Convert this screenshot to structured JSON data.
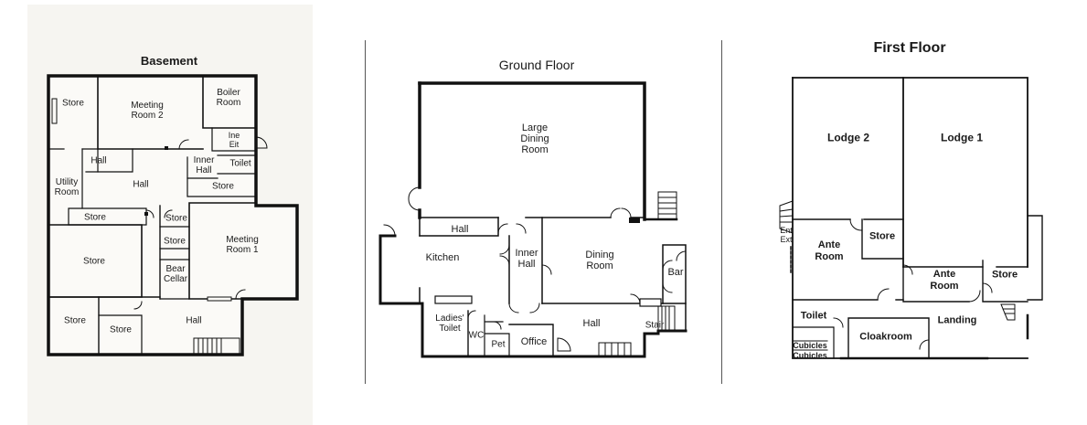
{
  "basement": {
    "title": "Basement",
    "rooms": {
      "store_top_left": "Store",
      "meeting_room_2": "Meeting\nRoom 2",
      "boiler_room": "Boiler\nRoom",
      "ine_eit": "Ine\nEit",
      "hall_small": "Hall",
      "inner_hall": "Inner\nHall",
      "toilet": "Toilet",
      "utility_room": "Utility\nRoom",
      "hall_center": "Hall",
      "store_mid": "Store",
      "store_row": "Store",
      "store_col_1": "Store",
      "store_col_2": "Store",
      "meeting_room_1": "Meeting\nRoom 1",
      "store_large": "Store",
      "beer_cellar": "Bear\nCellar",
      "store_bottom_left": "Store",
      "store_bottom_mid": "Store",
      "hall_bottom": "Hall"
    }
  },
  "ground": {
    "title": "Ground Floor",
    "rooms": {
      "large_dining_room": "Large\nDining\nRoom",
      "hall_top": "Hall",
      "kitchen": "Kitchen",
      "inner_hall": "Inner\nHall",
      "dining_room": "Dining\nRoom",
      "bar": "Bar",
      "ladies_toilet": "Ladies'\nToilet",
      "wc": "WC",
      "pet": "Pet",
      "office": "Office",
      "hall_bottom": "Hall",
      "stair": "Stair"
    }
  },
  "first": {
    "title": "First Floor",
    "rooms": {
      "lodge_2": "Lodge 2",
      "lodge_1": "Lodge 1",
      "ent_ext": "Ent\nExt",
      "ante_room_left": "Ante\nRoom",
      "store_left": "Store",
      "ante_room_right": "Ante\nRoom",
      "store_right": "Store",
      "toilet": "Toilet",
      "landing": "Landing",
      "cloakroom": "Cloakroom",
      "cubicles_1": "Cubicles",
      "cubicles_2": "Cubicles"
    }
  }
}
